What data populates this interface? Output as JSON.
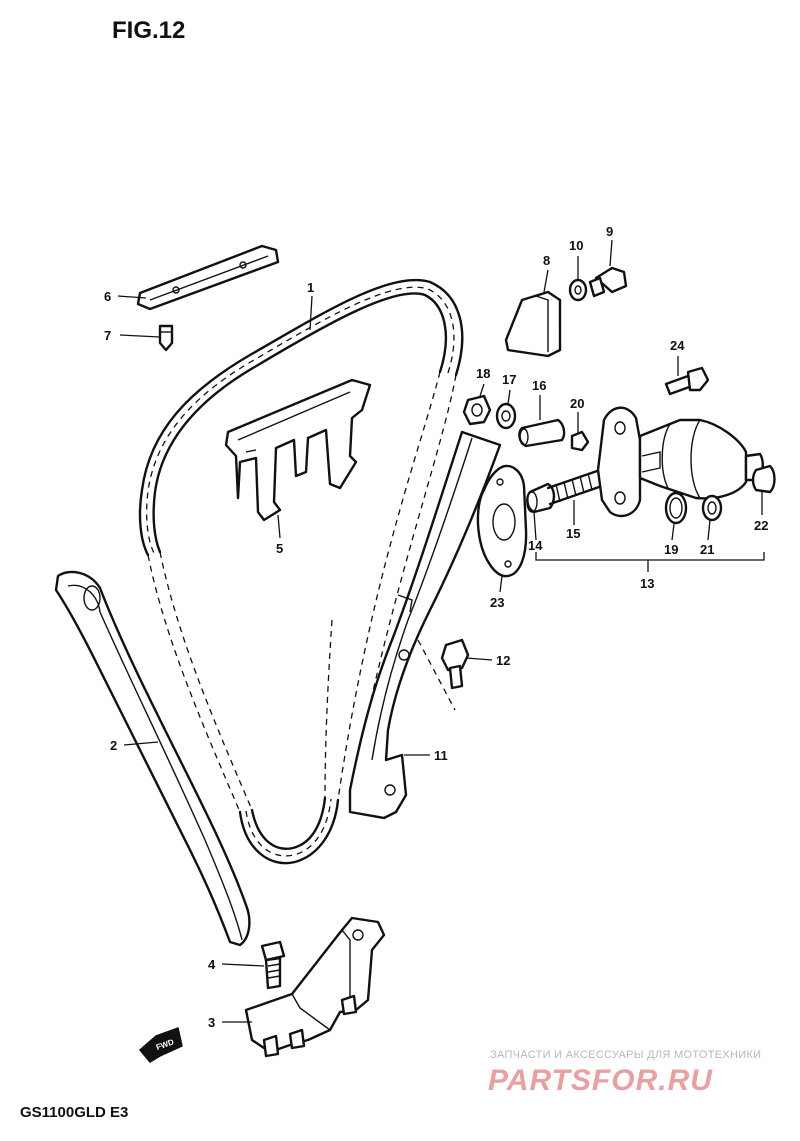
{
  "figure": {
    "title": "FIG.12",
    "model": "GS1100GLD E3"
  },
  "callouts": {
    "p1": "1",
    "p2": "2",
    "p3": "3",
    "p4": "4",
    "p5": "5",
    "p6": "6",
    "p7": "7",
    "p8": "8",
    "p9": "9",
    "p10": "10",
    "p11": "11",
    "p12": "12",
    "p13": "13",
    "p14": "14",
    "p15": "15",
    "p16": "16",
    "p17": "17",
    "p18": "18",
    "p19": "19",
    "p20": "20",
    "p21": "21",
    "p22": "22",
    "p23": "23",
    "p24": "24"
  },
  "forward_marker": {
    "label": "FWD",
    "icon": "forward-arrow-icon"
  },
  "watermark": {
    "tagline": "ЗАПЧАСТИ И АКСЕССУАРЫ ДЛЯ МОТОТЕХНИКИ",
    "brand": "PARTSFOR.RU",
    "color": "#e8a0a0"
  }
}
